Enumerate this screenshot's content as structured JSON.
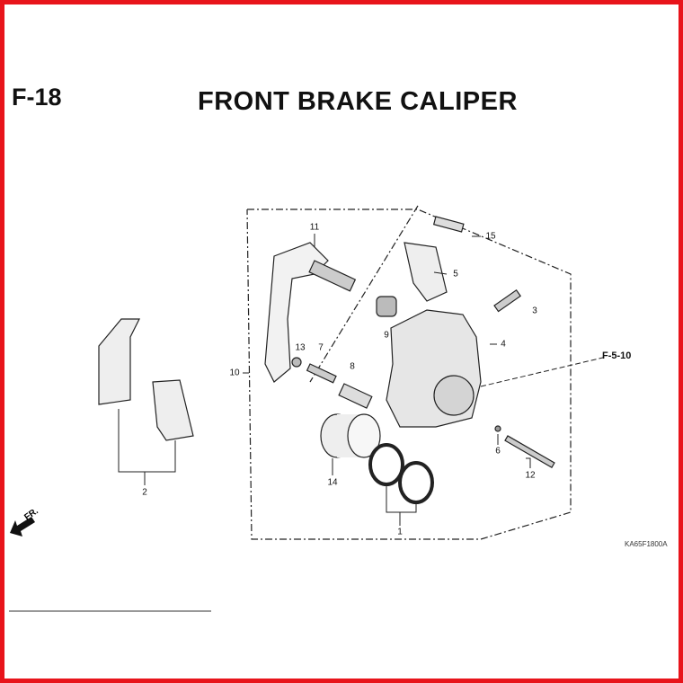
{
  "header": {
    "code": "F-18",
    "title": "FRONT BRAKE CALIPER"
  },
  "callouts": {
    "p1": "1",
    "p2": "2",
    "p3": "3",
    "p4": "4",
    "p5": "5",
    "p6": "6",
    "p7": "7",
    "p8": "8",
    "p9": "9",
    "p10": "10",
    "p11": "11",
    "p12": "12",
    "p13": "13",
    "p14": "14",
    "p15": "15"
  },
  "reference": "F-5-10",
  "direction_marker": "FR.",
  "diagram_code": "KA65F1800A",
  "colors": {
    "border": "#e8141b"
  }
}
